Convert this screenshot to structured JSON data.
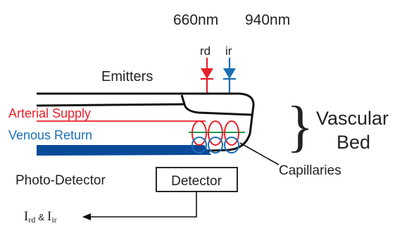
{
  "wavelengths": {
    "red": "660nm",
    "infrared": "940nm"
  },
  "emitter_tags": {
    "red": "rd",
    "infrared": "ir"
  },
  "labels": {
    "emitters": "Emitters",
    "arterial": "Arterial Supply",
    "venous": "Venous Return",
    "vascular_line1": "Vascular",
    "vascular_line2": "Bed",
    "capillaries": "Capillaries",
    "photo_detector": "Photo-Detector",
    "detector_box": "Detector"
  },
  "output_signal": {
    "i1": "I",
    "sub1": "rd",
    "amp": "&",
    "i2": "I",
    "sub2": "ir"
  },
  "colors": {
    "red": "#e8202a",
    "blue": "#1a6fb5",
    "navy": "#0a4a98",
    "green": "#1e9a4a",
    "ink": "#111111"
  },
  "icons": {
    "red_emitter": "diode-triangle-icon",
    "ir_emitter": "diode-triangle-icon",
    "brace": "curly-brace-icon",
    "output": "arrow-left-icon"
  }
}
